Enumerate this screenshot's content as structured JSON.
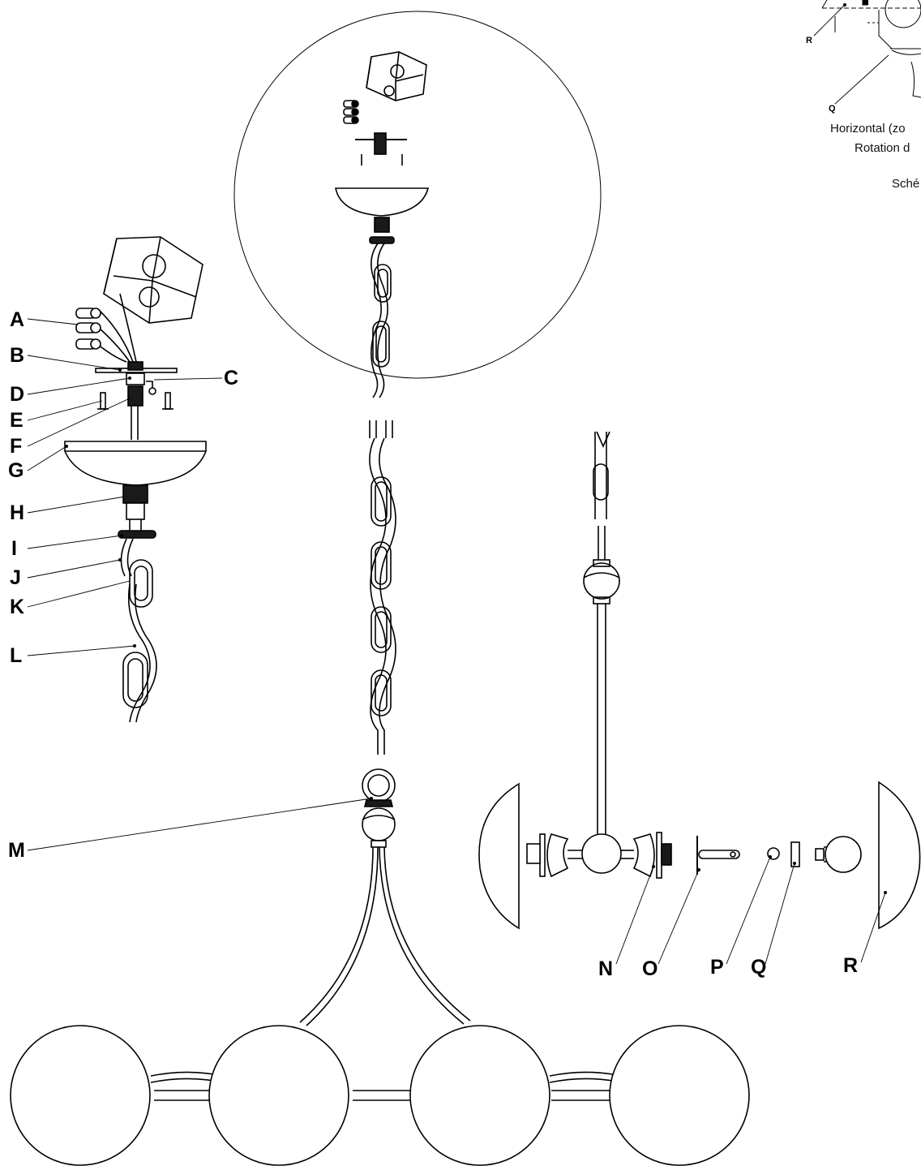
{
  "labels": {
    "A": "A",
    "B": "B",
    "C": "C",
    "D": "D",
    "E": "E",
    "F": "F",
    "G": "G",
    "H": "H",
    "I": "I",
    "J": "J",
    "K": "K",
    "L": "L",
    "M": "M",
    "N": "N",
    "O": "O",
    "P": "P",
    "Q": "Q",
    "R": "R"
  },
  "inset": {
    "label_r": "R",
    "label_q": "Q",
    "caption_line1": "Horizontal (zo",
    "caption_line2": "Rotation d",
    "caption_line3": "Sché"
  },
  "colors": {
    "line": "#000000",
    "part_dark": "#1a1a1a",
    "background": "#ffffff"
  }
}
